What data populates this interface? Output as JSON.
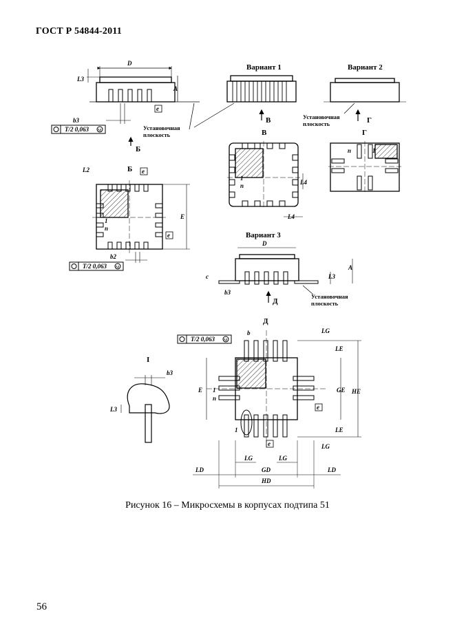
{
  "header": {
    "standard": "ГОСТ Р 54844-2011"
  },
  "caption": "Рисунок 16  –  Микросхемы в корпусах подтипа 51",
  "page_number": "56",
  "labels": {
    "variant1": "Вариант 1",
    "variant2": "Вариант 2",
    "variant3": "Вариант 3",
    "mount_plane_a": "Установочная",
    "mount_plane_b": "плоскость",
    "view_B": "Б",
    "view_V": "В",
    "view_G": "Г",
    "view_D": "Д",
    "detail_I": "I",
    "tol": "T/2 0,063",
    "tol_m": "M",
    "dim_D": "D",
    "dim_A": "A",
    "dim_E": "E",
    "dim_L3": "L3",
    "dim_L2": "L2",
    "dim_L4": "L4",
    "dim_b3": "b3",
    "dim_b2": "b2",
    "dim_b": "b",
    "dim_e": "e",
    "dim_c": "c",
    "dim_LG": "LG",
    "dim_LE": "LE",
    "dim_GE": "GE",
    "dim_HE": "HE",
    "dim_LD": "LD",
    "dim_GD": "GD",
    "dim_HD": "HD",
    "pin1": "1",
    "pin_n": "n"
  }
}
